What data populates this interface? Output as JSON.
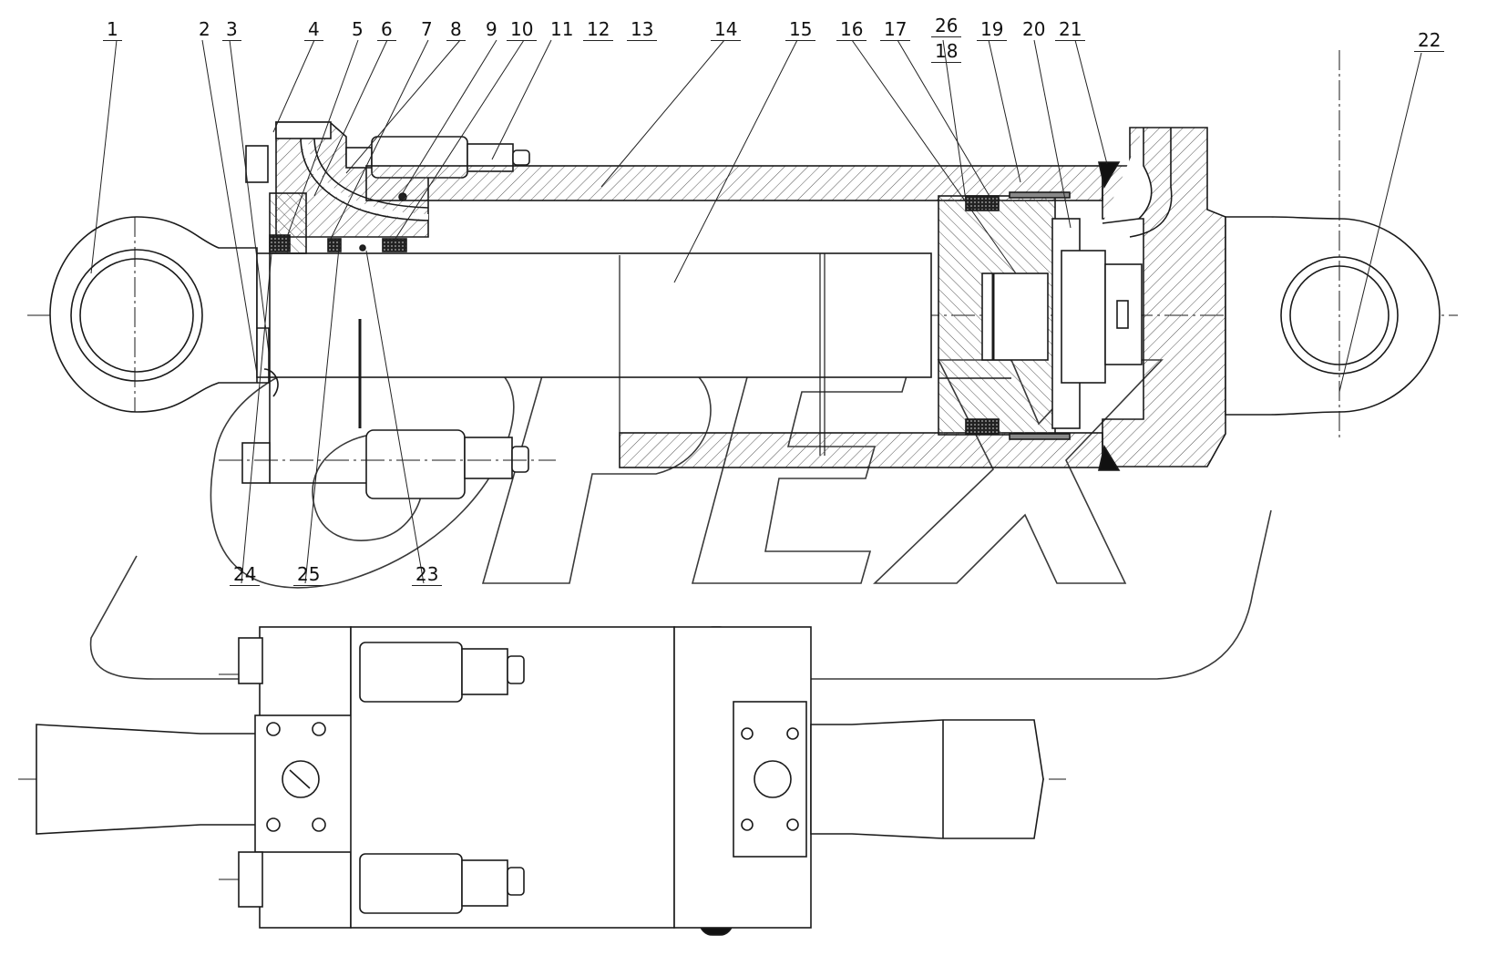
{
  "drawing": {
    "watermark": "OPEX",
    "callouts_top": [
      "1",
      "2",
      "3",
      "4",
      "5",
      "6",
      "7",
      "8",
      "9",
      "10",
      "11",
      "12",
      "13",
      "14",
      "15",
      "16",
      "17",
      "26",
      "18",
      "19",
      "20",
      "21",
      "22"
    ],
    "callouts_bottom": [
      "24",
      "25",
      "23"
    ]
  },
  "colors": {
    "line": "#1a1a1a",
    "hatch": "#444444",
    "watermark": "#3a3a3a",
    "background": "#ffffff"
  }
}
